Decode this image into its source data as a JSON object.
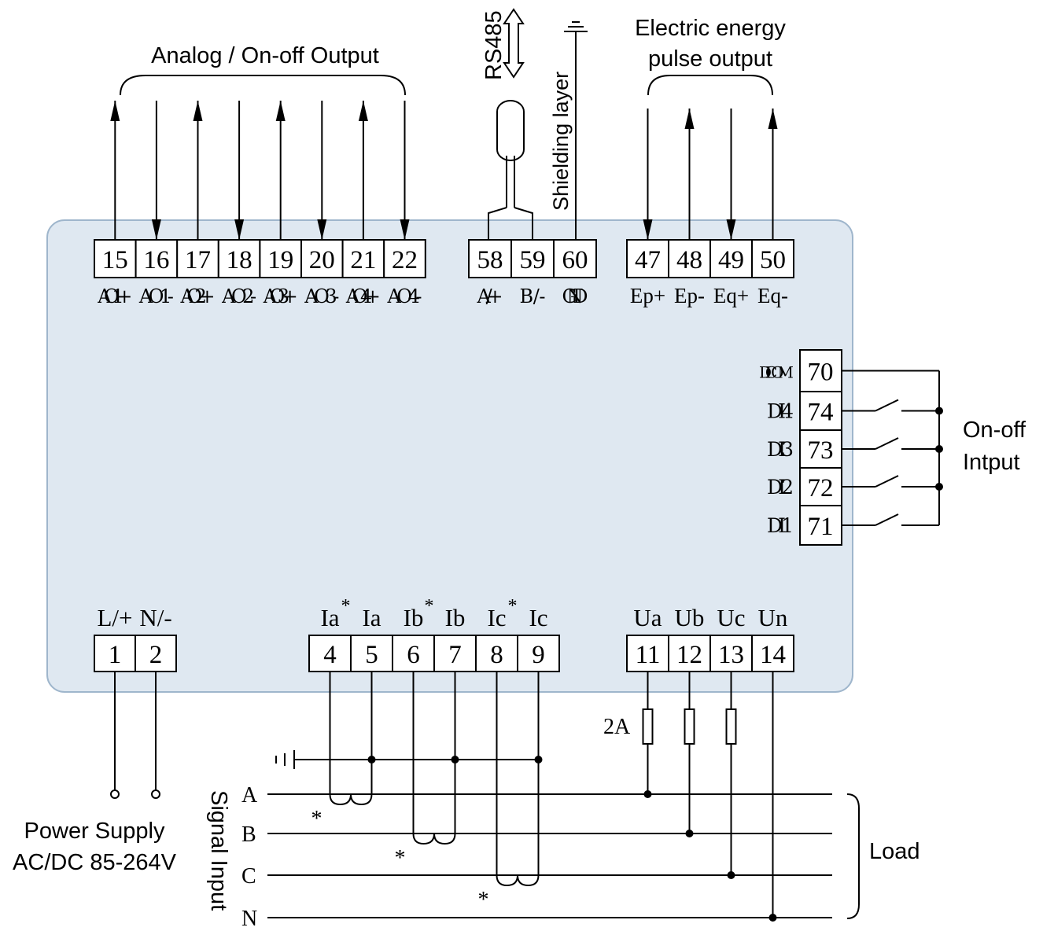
{
  "labels": {
    "analog_output": "Analog / On-off Output",
    "rs485": "RS485",
    "shielding": "Shielding layer",
    "energy_line1": "Electric energy",
    "energy_line2": "pulse output",
    "onoff_line1": "On-off",
    "onoff_line2": "Intput",
    "power_line1": "Power Supply",
    "power_line2": "AC/DC 85-264V",
    "signal_input": "Signal Input",
    "load": "Load",
    "fuse_rating": "2A"
  },
  "analog_terminals": [
    {
      "num": "15",
      "sig": "AO1+"
    },
    {
      "num": "16",
      "sig": "AO1-"
    },
    {
      "num": "17",
      "sig": "AO2+"
    },
    {
      "num": "18",
      "sig": "AO2-"
    },
    {
      "num": "19",
      "sig": "AO3+"
    },
    {
      "num": "20",
      "sig": "AO3-"
    },
    {
      "num": "21",
      "sig": "AO4+"
    },
    {
      "num": "22",
      "sig": "AO4-"
    }
  ],
  "rs485_terminals": [
    {
      "num": "58",
      "sig": "A/+"
    },
    {
      "num": "59",
      "sig": "B/-"
    },
    {
      "num": "60",
      "sig": "GND"
    }
  ],
  "pulse_terminals": [
    {
      "num": "47",
      "sig": "Ep+"
    },
    {
      "num": "48",
      "sig": "Ep-"
    },
    {
      "num": "49",
      "sig": "Eq+"
    },
    {
      "num": "50",
      "sig": "Eq-"
    }
  ],
  "di_terminals": [
    {
      "num": "70",
      "sig": "DICOM"
    },
    {
      "num": "74",
      "sig": "DI4"
    },
    {
      "num": "73",
      "sig": "DI3"
    },
    {
      "num": "72",
      "sig": "DI2"
    },
    {
      "num": "71",
      "sig": "DI1"
    }
  ],
  "power_terminals": [
    {
      "num": "1",
      "sig": "L/+"
    },
    {
      "num": "2",
      "sig": "N/-"
    }
  ],
  "current_terminals": [
    {
      "num": "4",
      "sig": "Ia",
      "star": true
    },
    {
      "num": "5",
      "sig": "Ia",
      "star": false
    },
    {
      "num": "6",
      "sig": "Ib",
      "star": true
    },
    {
      "num": "7",
      "sig": "Ib",
      "star": false
    },
    {
      "num": "8",
      "sig": "Ic",
      "star": true
    },
    {
      "num": "9",
      "sig": "Ic",
      "star": false
    }
  ],
  "voltage_terminals": [
    {
      "num": "11",
      "sig": "Ua"
    },
    {
      "num": "12",
      "sig": "Ub"
    },
    {
      "num": "13",
      "sig": "Uc"
    },
    {
      "num": "14",
      "sig": "Un"
    }
  ],
  "lines": [
    "A",
    "B",
    "C",
    "N"
  ],
  "polarity_mark": "*",
  "colors": {
    "panel_fill": "#dfe8f1",
    "panel_stroke": "#9fb6cc",
    "line": "#000000",
    "terminal_fill": "#ffffff"
  }
}
